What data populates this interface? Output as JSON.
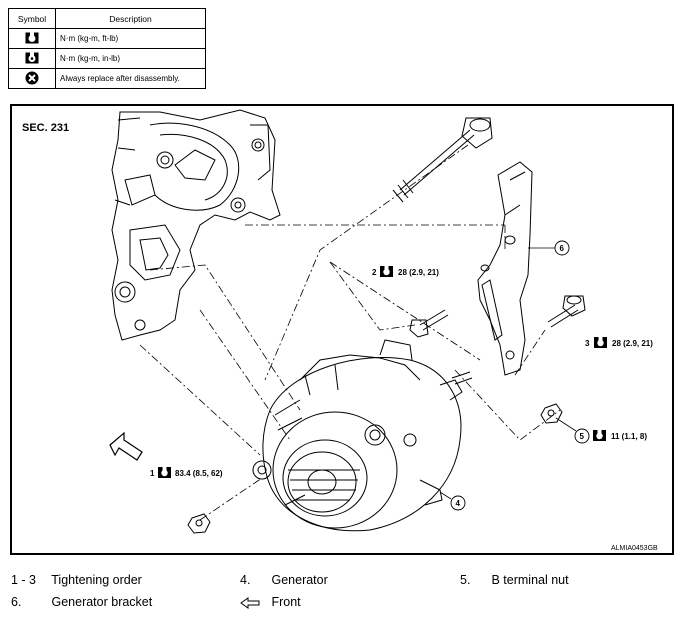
{
  "legend": {
    "header_symbol": "Symbol",
    "header_description": "Description",
    "rows": [
      {
        "icon": "torque-wrench-icon",
        "text": "N·m (kg-m, ft-lb)"
      },
      {
        "icon": "torque-wrench-inlb-icon",
        "text": "N·m (kg-m, in-lb)"
      },
      {
        "icon": "always-replace-icon",
        "text": "Always replace after disassembly."
      }
    ]
  },
  "diagram": {
    "section": "SEC. 231",
    "ref_code": "ALMIA0453GB",
    "callouts": [
      {
        "num": "1",
        "torque": "83.4 (8.5, 62)"
      },
      {
        "num": "2",
        "torque": "28 (2.9, 21)"
      },
      {
        "num": "3",
        "torque": "28 (2.9, 21)"
      },
      {
        "num": "4"
      },
      {
        "num": "5",
        "torque": "11 (1.1, 8)"
      },
      {
        "num": "6"
      }
    ]
  },
  "parts_list": [
    {
      "num": "1 - 3",
      "label": "Tightening order"
    },
    {
      "num": "4.",
      "label": "Generator"
    },
    {
      "num": "5.",
      "label": "B terminal nut"
    },
    {
      "num": "6.",
      "label": "Generator bracket"
    },
    {
      "num": "",
      "icon": "front-arrow-icon",
      "label": "Front"
    }
  ]
}
